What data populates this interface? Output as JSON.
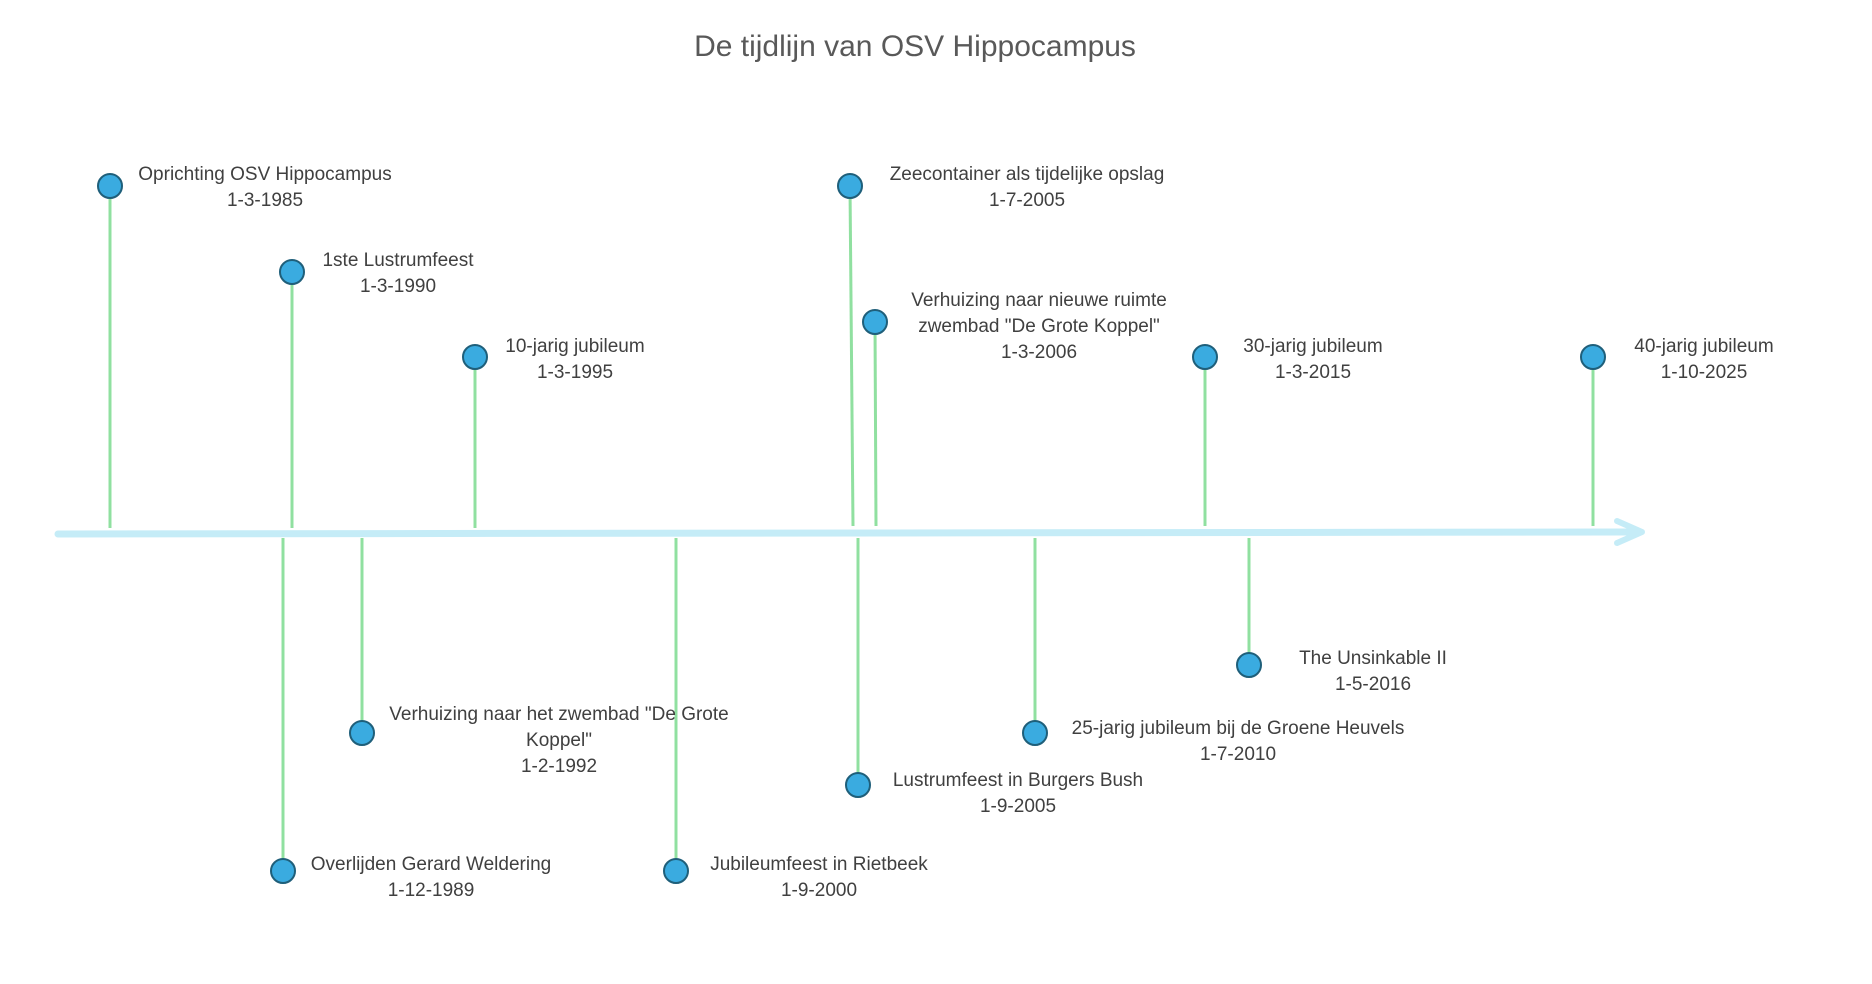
{
  "title": "De tijdlijn van OSV Hippocampus",
  "colors": {
    "axis": "#c5ecf7",
    "stem": "#90e0a0",
    "marker_fill": "#3aabe0",
    "marker_stroke": "#1f5f7a",
    "text": "#404040",
    "title": "#595959"
  },
  "events": [
    {
      "id": "oprichting",
      "title": "Oprichting OSV Hippocampus",
      "date": "1-3-1985"
    },
    {
      "id": "lustrum1",
      "title": "1ste Lustrumfeest",
      "date": "1-3-1990"
    },
    {
      "id": "jubileum10",
      "title": "10-jarig jubileum",
      "date": "1-3-1995"
    },
    {
      "id": "zeecontainer",
      "title": "Zeecontainer als tijdelijke opslag",
      "date": "1-7-2005"
    },
    {
      "id": "verhuizing2006",
      "title": "Verhuizing naar nieuwe ruimte zwembad \"De Grote Koppel\"",
      "date": "1-3-2006"
    },
    {
      "id": "jubileum30",
      "title": "30-jarig jubileum",
      "date": "1-3-2015"
    },
    {
      "id": "jubileum40",
      "title": "40-jarig jubileum",
      "date": "1-10-2025"
    },
    {
      "id": "verhuizing1992",
      "title": "Verhuizing naar het zwembad \"De Grote Koppel\"",
      "date": "1-2-1992"
    },
    {
      "id": "overlijden",
      "title": "Overlijden Gerard Weldering",
      "date": "1-12-1989"
    },
    {
      "id": "rietbeek",
      "title": "Jubileumfeest in  Rietbeek",
      "date": "1-9-2000"
    },
    {
      "id": "burgers",
      "title": "Lustrumfeest in Burgers Bush",
      "date": "1-9-2005"
    },
    {
      "id": "jubileum25",
      "title": "25-jarig jubileum bij de Groene Heuvels",
      "date": "1-7-2010"
    },
    {
      "id": "unsinkable",
      "title": "The Unsinkable II",
      "date": "1-5-2016"
    }
  ]
}
